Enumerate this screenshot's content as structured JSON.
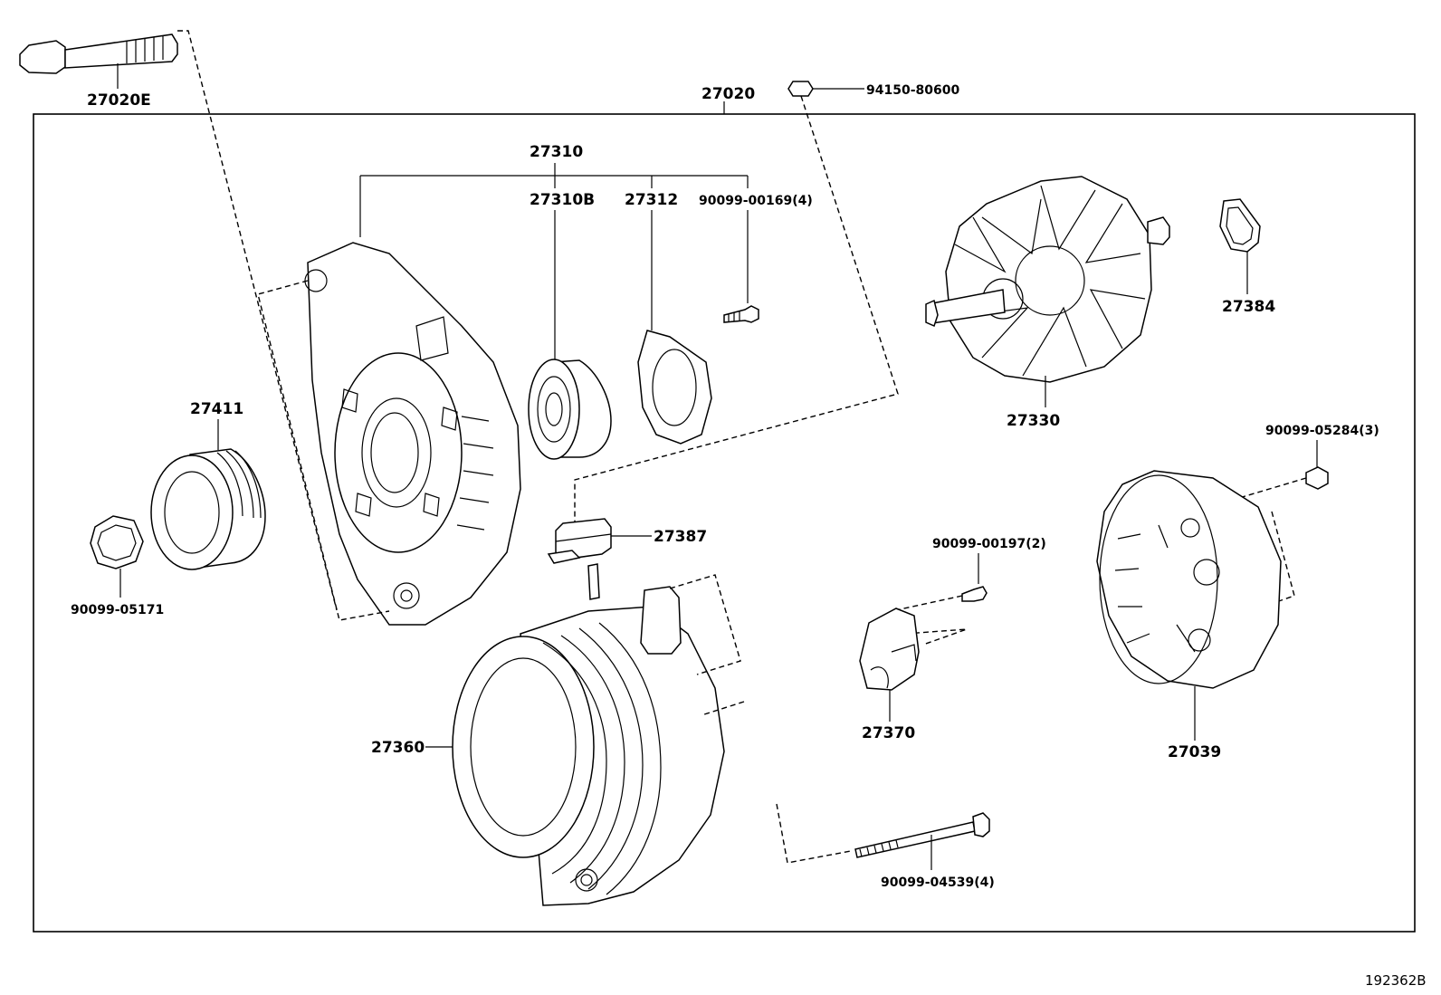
{
  "diagram": {
    "assembly_label": "27020",
    "figure_code": "192362B",
    "parts": [
      {
        "id": "27020E",
        "label": "27020E"
      },
      {
        "id": "94150-80600",
        "label": "94150-80600"
      },
      {
        "id": "27310",
        "label": "27310"
      },
      {
        "id": "27310B",
        "label": "27310B"
      },
      {
        "id": "27312",
        "label": "27312"
      },
      {
        "id": "90099-00169",
        "label": "90099-00169(4)"
      },
      {
        "id": "27384",
        "label": "27384"
      },
      {
        "id": "27330",
        "label": "27330"
      },
      {
        "id": "27411",
        "label": "27411"
      },
      {
        "id": "90099-05284",
        "label": "90099-05284(3)"
      },
      {
        "id": "27387",
        "label": "27387"
      },
      {
        "id": "90099-00197",
        "label": "90099-00197(2)"
      },
      {
        "id": "90099-05171",
        "label": "90099-05171"
      },
      {
        "id": "27370",
        "label": "27370"
      },
      {
        "id": "27039",
        "label": "27039"
      },
      {
        "id": "27360",
        "label": "27360"
      },
      {
        "id": "90099-04539",
        "label": "90099-04539(4)"
      }
    ]
  }
}
